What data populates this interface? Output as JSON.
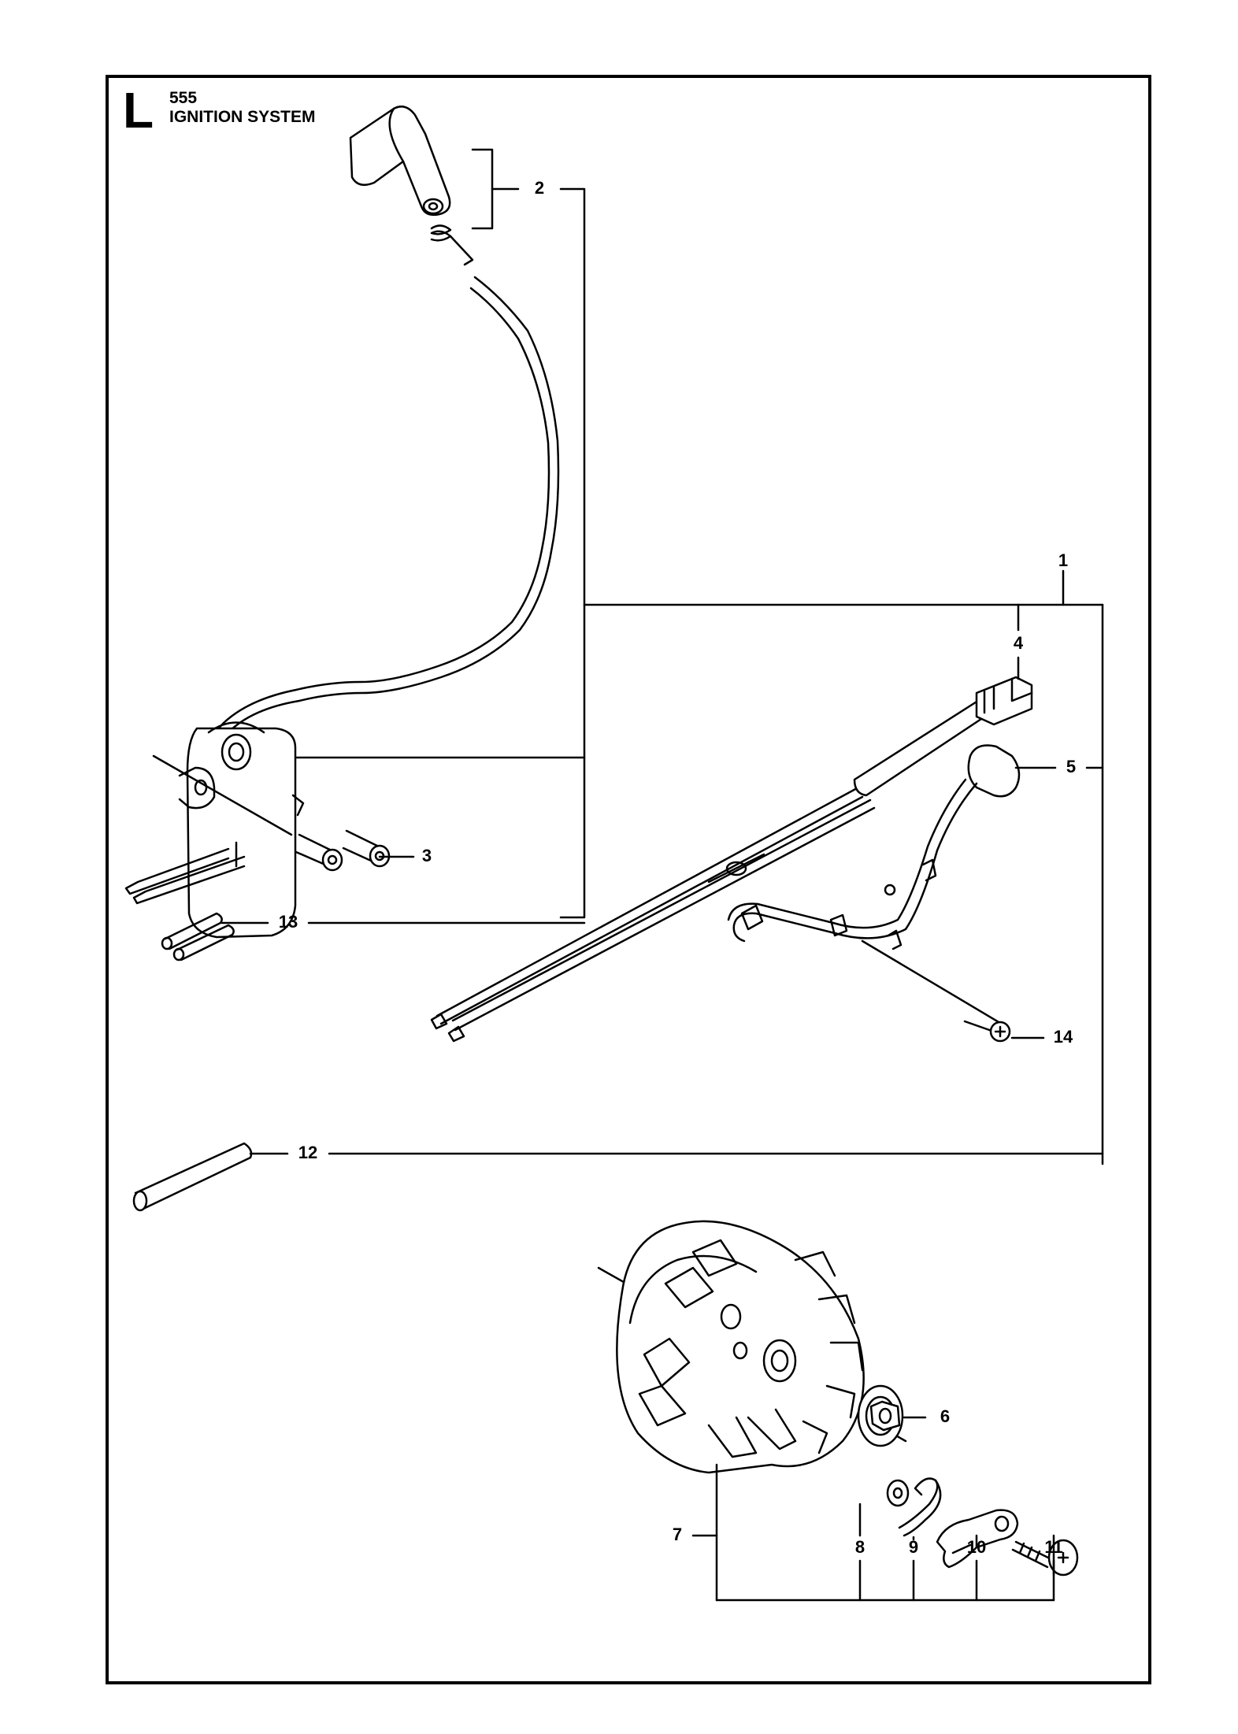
{
  "header": {
    "section_letter": "L",
    "model": "555",
    "title": "IGNITION SYSTEM"
  },
  "callouts": [
    {
      "id": "1",
      "label": "1"
    },
    {
      "id": "2",
      "label": "2"
    },
    {
      "id": "3",
      "label": "3"
    },
    {
      "id": "4",
      "label": "4"
    },
    {
      "id": "5",
      "label": "5"
    },
    {
      "id": "6",
      "label": "6"
    },
    {
      "id": "7",
      "label": "7"
    },
    {
      "id": "8",
      "label": "8"
    },
    {
      "id": "9",
      "label": "9"
    },
    {
      "id": "10",
      "label": "10"
    },
    {
      "id": "11",
      "label": "11"
    },
    {
      "id": "12",
      "label": "12"
    },
    {
      "id": "13",
      "label": "13"
    },
    {
      "id": "14",
      "label": "14"
    }
  ]
}
